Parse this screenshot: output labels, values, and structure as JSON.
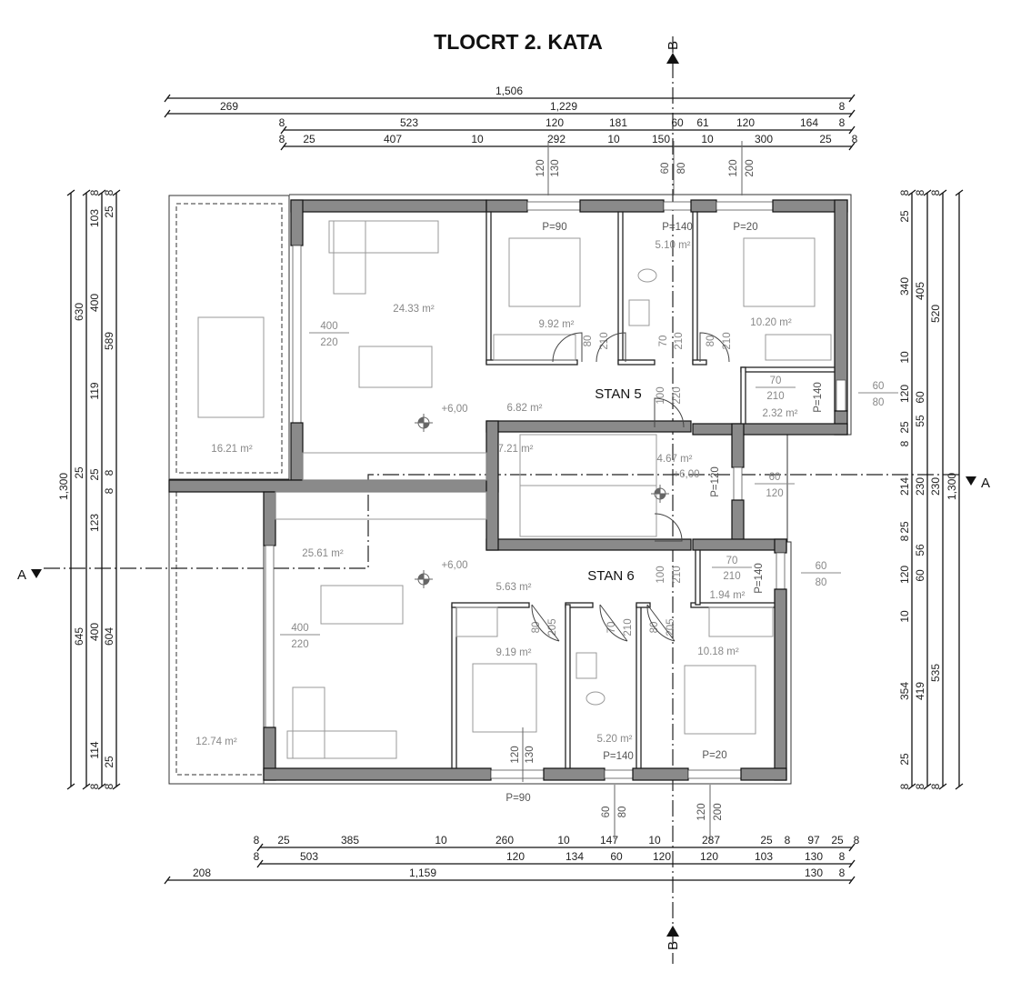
{
  "title": "TLOCRT 2. KATA",
  "section_marks": {
    "a": "A",
    "b": "B"
  },
  "units": [
    "STAN 5",
    "STAN 6"
  ],
  "areas": [
    "24.33 m²",
    "16.21 m²",
    "6.82 m²",
    "9.92 m²",
    "5.10 m²",
    "10.20 m²",
    "2.32 m²",
    "7.21 m²",
    "4.67 m²",
    "25.61 m²",
    "5.63 m²",
    "1.94 m²",
    "9.19 m²",
    "10.18 m²",
    "12.74 m²",
    "5.20 m²"
  ],
  "levels": [
    "+6,00",
    "+6,00",
    "+6,00"
  ],
  "parapets": [
    "P=90",
    "P=140",
    "P=20",
    "P=140",
    "P=120",
    "P=140",
    "P=90",
    "P=140",
    "P=20"
  ],
  "window_sizes": [
    [
      "400",
      "220"
    ],
    [
      "60",
      "80"
    ],
    [
      "60",
      "120"
    ],
    [
      "60",
      "80"
    ],
    [
      "400",
      "220"
    ]
  ],
  "window_sizes_vertical": [
    [
      "120",
      "130"
    ],
    [
      "60",
      "80"
    ],
    [
      "120",
      "200"
    ],
    [
      "120",
      "130"
    ],
    [
      "60",
      "80"
    ],
    [
      "120",
      "200"
    ]
  ],
  "doors": [
    [
      "80",
      "210"
    ],
    [
      "70",
      "210"
    ],
    [
      "80",
      "210"
    ],
    [
      "100",
      "220"
    ],
    [
      "100",
      "210"
    ],
    [
      "80",
      "205"
    ],
    [
      "70",
      "210"
    ],
    [
      "80",
      "205"
    ]
  ],
  "doors_h": [
    [
      "70",
      "210"
    ],
    [
      "70",
      "210"
    ]
  ],
  "dims": {
    "top": [
      [
        "1,506"
      ],
      [
        "269",
        "1,229",
        "8"
      ],
      [
        "8",
        "523",
        "120",
        "181",
        "60",
        "61",
        "120",
        "164",
        "8"
      ],
      [
        "8",
        "25",
        "407",
        "10",
        "292",
        "10",
        "150",
        "10",
        "300",
        "25",
        "8"
      ]
    ],
    "bottom": [
      [
        "8",
        "25",
        "385",
        "10",
        "260",
        "10",
        "147",
        "10",
        "287",
        "25",
        "8",
        "97",
        "25",
        "8"
      ],
      [
        "8",
        "503",
        "120",
        "134",
        "60",
        "120",
        "120",
        "103",
        "130",
        "8"
      ],
      [
        "208",
        "1,159",
        "130",
        "8"
      ]
    ],
    "left": [
      [
        "1,300"
      ],
      [
        "630",
        "25",
        "645"
      ],
      [
        "8",
        "103",
        "400",
        "119",
        "25",
        "123",
        "400",
        "114",
        "8"
      ],
      [
        "8",
        "25",
        "589",
        "8",
        "8",
        "604",
        "25",
        "8"
      ]
    ],
    "right": [
      [
        "8",
        "25",
        "340",
        "10",
        "120",
        "25",
        "8",
        "214",
        "25",
        "8",
        "120",
        "10",
        "354",
        "25",
        "8"
      ],
      [
        "8",
        "405",
        "60",
        "55",
        "230",
        "56",
        "60",
        "419",
        "8"
      ],
      [
        "8",
        "520",
        "230",
        "535",
        "8"
      ],
      [
        "1,300"
      ]
    ]
  }
}
